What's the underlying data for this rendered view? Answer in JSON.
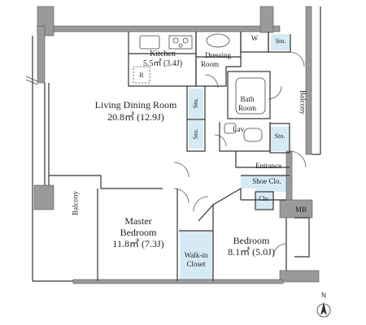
{
  "rooms": {
    "kitchen": {
      "name": "Kitchen",
      "area": "5.5㎡ (3.4J)"
    },
    "dressing": {
      "name_line1": "Dressing",
      "name_line2": "Room"
    },
    "washer": "W",
    "storage_top": "Sto.",
    "living": {
      "name": "Living Dining Room",
      "area": "20.8㎡ (12.9J)"
    },
    "bath": {
      "name_line1": "Bath",
      "name_line2": "Room"
    },
    "storage_living_1": "Sto.",
    "storage_living_2": "Sto.",
    "lavatory": "Lav.",
    "storage_entrance": "Sto.",
    "entrance": "Entrance",
    "shoe_closet": "Shoe Clo.",
    "closet": "Clo.",
    "meter_box": "MB",
    "master": {
      "name_line1": "Master",
      "name_line2": "Bedroom",
      "area": "11.8㎡ (7.3J)"
    },
    "walkin": {
      "name_line1": "Walk-in",
      "name_line2": "Closet"
    },
    "bedroom": {
      "name": "Bedroom",
      "area": "8.1㎡ (5.0J)"
    },
    "fridge": "R"
  },
  "balcony_left": "Balcony",
  "balcony_right": "Balcony",
  "north": "N",
  "colors": {
    "wall": "#9a9a9a",
    "line": "#333333",
    "storage_fill": "#d6eaf5",
    "background": "#ffffff"
  }
}
